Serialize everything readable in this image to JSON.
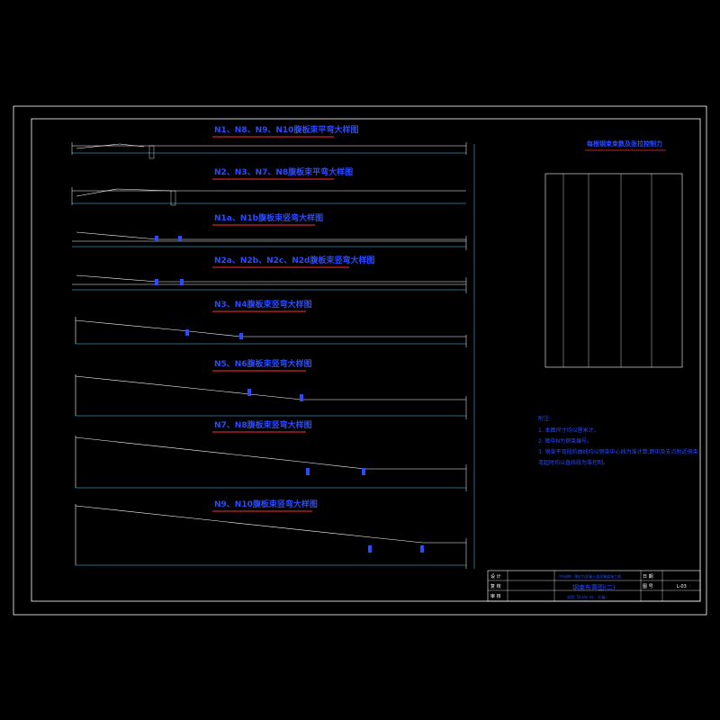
{
  "drawing": {
    "colors": {
      "background": "#000000",
      "frame": "#ffffff",
      "title": "#2a4bff",
      "title_underline": "#ff3030",
      "dimension": "#4fd3ff",
      "strand": "#ffffff",
      "anchor": "#2a4bff"
    }
  },
  "details": [
    {
      "title": "N1、N8、N9、N10腹板束平弯大样图"
    },
    {
      "title": "N2、N3、N7、N8腹板束平弯大样图"
    },
    {
      "title": "N1a、N1b腹板束竖弯大样图"
    },
    {
      "title": "N2a、N2b、N2c、N2d腹板束竖弯大样图"
    },
    {
      "title": "N3、N4腹板束竖弯大样图"
    },
    {
      "title": "N5、N6腹板束竖弯大样图"
    },
    {
      "title": "N7、N8腹板束竖弯大样图"
    },
    {
      "title": "N9、N10腹板束竖弯大样图"
    }
  ],
  "table": {
    "title": "每根钢束束数及张拉控制力"
  },
  "notes": {
    "heading": "附注:",
    "items": [
      "1. 本图尺寸均以厘米计。",
      "2. 图中N为钢束编号。",
      "3. 钢束平弯段的曲线均以钢束中心线为准计算,跨中及支点附近钢束",
      "   弯起时均以直线段为准控制。"
    ]
  },
  "title_block": {
    "labels": {
      "designer": "设 计",
      "reviewer": "复 核",
      "approver": "审 核"
    },
    "project": "（中间跨）预应力混凝土连续箱梁施工图",
    "drawing_name": "钢束布置图(二)",
    "subtitle": "适用: 50.0m (左、右幅)",
    "date_label": "日 期",
    "sheet_label": "图 号",
    "sheet_no": "L-03"
  }
}
